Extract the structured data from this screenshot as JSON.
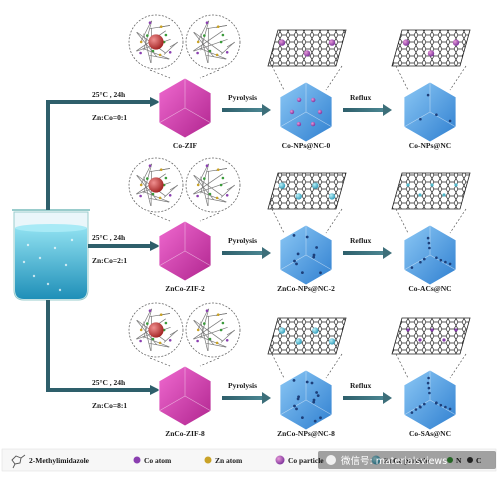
{
  "rows": [
    {
      "condition_temp": "25°C , 24h",
      "ratio": "Zn:Co=0:1",
      "zif_name": "Co-ZIF",
      "step1": "Pyrolysis",
      "mid_name": "Co-NPs@NC-0",
      "step2": "Reflux",
      "final_name": "Co-NPs@NC"
    },
    {
      "condition_temp": "25°C , 24h",
      "ratio": "Zn:Co=2:1",
      "zif_name": "ZnCo-ZIF-2",
      "step1": "Pyrolysis",
      "mid_name": "ZnCo-NPs@NC-2",
      "step2": "Reflux",
      "final_name": "Co-ACs@NC"
    },
    {
      "condition_temp": "25°C , 24h",
      "ratio": "Zn:Co=8:1",
      "zif_name": "ZnCo-ZIF-8",
      "step1": "Pyrolysis",
      "mid_name": "ZnCo-NPs@NC-8",
      "step2": "Reflux",
      "final_name": "Co-SAs@NC"
    }
  ],
  "legend": {
    "items": [
      {
        "label": "2-Methylimidazole",
        "icon": "molecule-icon",
        "color": "#555555"
      },
      {
        "label": "Co atom",
        "icon": "co-atom-icon",
        "color": "#8a3fb0"
      },
      {
        "label": "Zn atom",
        "icon": "zn-atom-icon",
        "color": "#c9a227"
      },
      {
        "label": "Co particle",
        "icon": "co-particle-icon",
        "color": "#a14fc0"
      },
      {
        "label": "ZnCo particle",
        "icon": "znco-particle-icon",
        "color": "#4fb6c9"
      },
      {
        "label": "N",
        "icon": "nitrogen-icon",
        "color": "#3a9a3a"
      },
      {
        "label": "C",
        "icon": "carbon-icon",
        "color": "#333333"
      }
    ]
  },
  "watermark": "微信号: materialsviews",
  "colors": {
    "zif": "#d63ab0",
    "carbon_cube": "#4a9ee6",
    "arrow": "#3d6f7a",
    "beaker_liquid": "#3fb6d6"
  }
}
